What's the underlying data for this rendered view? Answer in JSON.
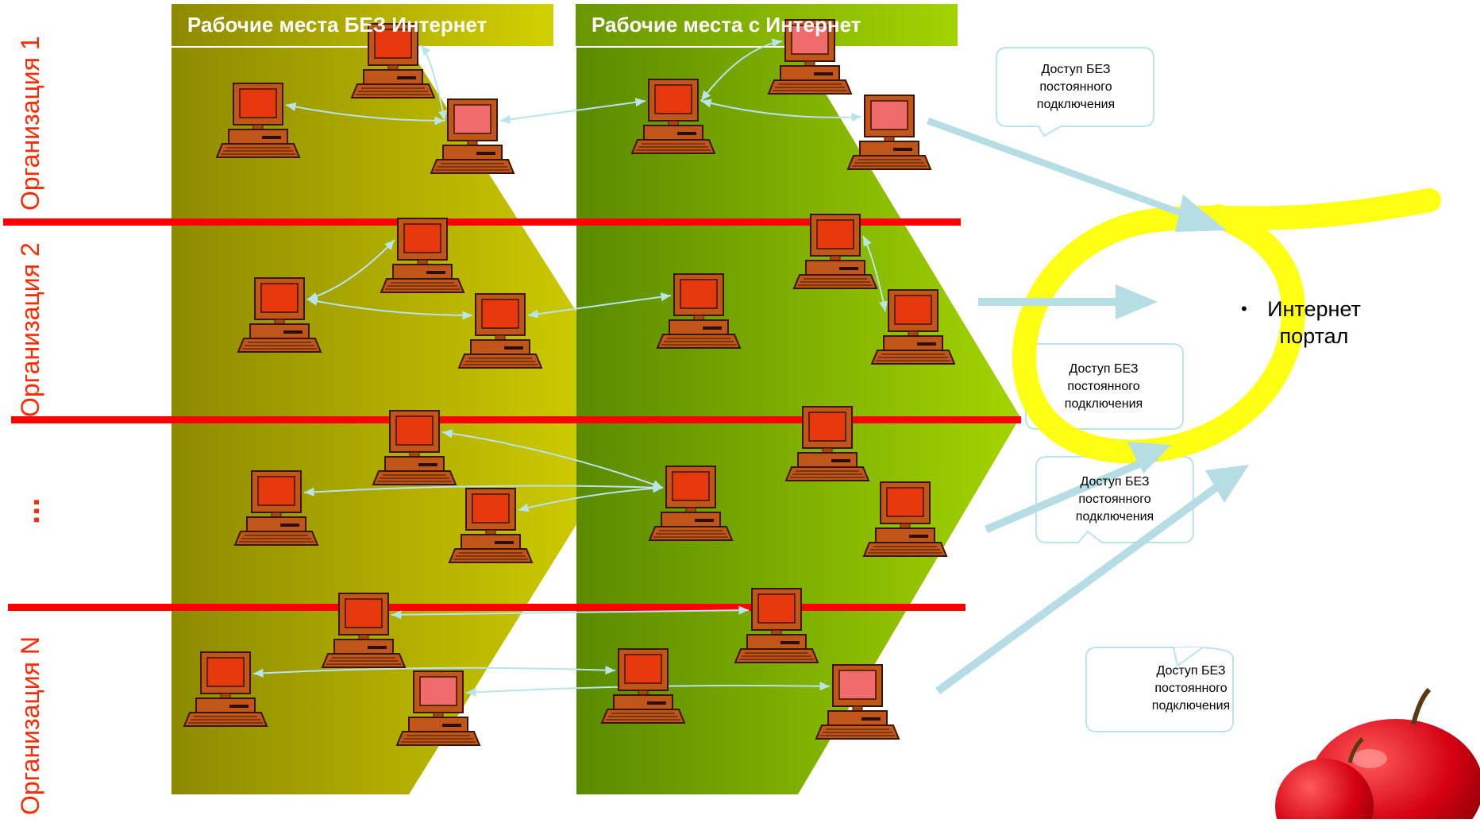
{
  "columns": {
    "offline": "Рабочие места БЕЗ Интернет",
    "online": "Рабочие места с Интернет"
  },
  "rows": [
    "Организация 1",
    "Организация 2",
    "...",
    "Организация N"
  ],
  "callouts": [
    [
      "Доступ БЕЗ",
      "постоянного",
      "подключения"
    ],
    [
      "Доступ БЕЗ",
      "постоянного",
      "подключения"
    ],
    [
      "Доступ БЕЗ",
      "постоянного",
      "подключения"
    ],
    [
      "Доступ БЕЗ",
      "постоянного",
      "подключения"
    ]
  ],
  "portal": {
    "bullet": "•",
    "line1": "Интернет",
    "line2": "портал"
  },
  "colors": {
    "separator": "#ff0000",
    "arrow": "#b6dde3",
    "link": "#b9e4ea",
    "ring": "#ffff00",
    "org_label": "#ff2a00",
    "computer_red": "#e8380d",
    "computer_pink": "#f06b6b",
    "offline_gradient": [
      "#8e8a00",
      "#d4d000"
    ],
    "online_gradient": [
      "#5e8e00",
      "#a0d000"
    ]
  }
}
